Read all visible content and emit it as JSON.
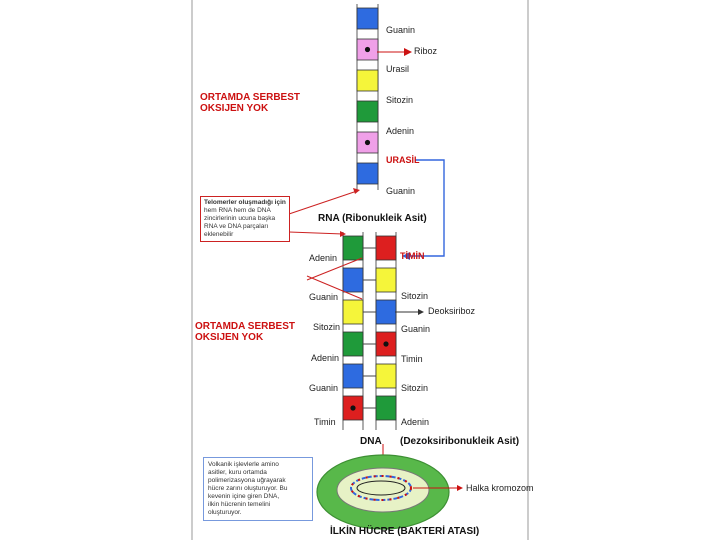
{
  "colors": {
    "guanine": "#2e6be0",
    "uracil": "#f0a0e8",
    "cytosine": "#f5f53a",
    "adenine": "#1f9a3a",
    "thymine": "#dd1f1f",
    "link_blue": "#3366dd",
    "accent_red": "#cc1111",
    "cell_green": "#4caf50"
  },
  "rna": {
    "bases": [
      "Guanin",
      "Urasil",
      "Sitozin",
      "Adenin",
      "URASİL",
      "Guanin"
    ],
    "sugar_label": "Riboz",
    "title": "RNA (Ribonukleik Asit)"
  },
  "dna": {
    "left_bases": [
      "Adenin",
      "Guanin",
      "Sitozin",
      "Adenin",
      "Guanin",
      "Timin"
    ],
    "right_bases": [
      "TİMİN",
      "Sitozin",
      "Guanin",
      "Timin",
      "Sitozin",
      "Adenin"
    ],
    "sugar_label": "Deoksiriboz",
    "title_short": "DNA",
    "title_long": "(Dezoksiribonukleik Asit)"
  },
  "headings": {
    "top_line1": "ORTAMDA SERBEST",
    "top_line2": "OKSIJEN YOK",
    "mid_line1": "ORTAMDA SERBEST",
    "mid_line2": "OKSIJEN YOK"
  },
  "notes": {
    "telomer": [
      "Telomerler oluşmadığı için",
      "hem RNA hem de DNA",
      "zincirlerinin ucuna başka",
      "RNA ve DNA parçaları",
      "eklenebilir"
    ],
    "volcanic": [
      "Volkanik işlevlerle amino",
      "asitler, kuru ortamda",
      "polimerizasyona uğrayarak",
      "hücre zarını oluşturuyor. Bu",
      "kevenin içine giren DNA,",
      "ilkin hücrenin temelini",
      "oluşturuyor."
    ]
  },
  "cell": {
    "chromosome_label": "Halka kromozom",
    "title": "İLKİN HÜCRE (BAKTERİ ATASI)"
  }
}
